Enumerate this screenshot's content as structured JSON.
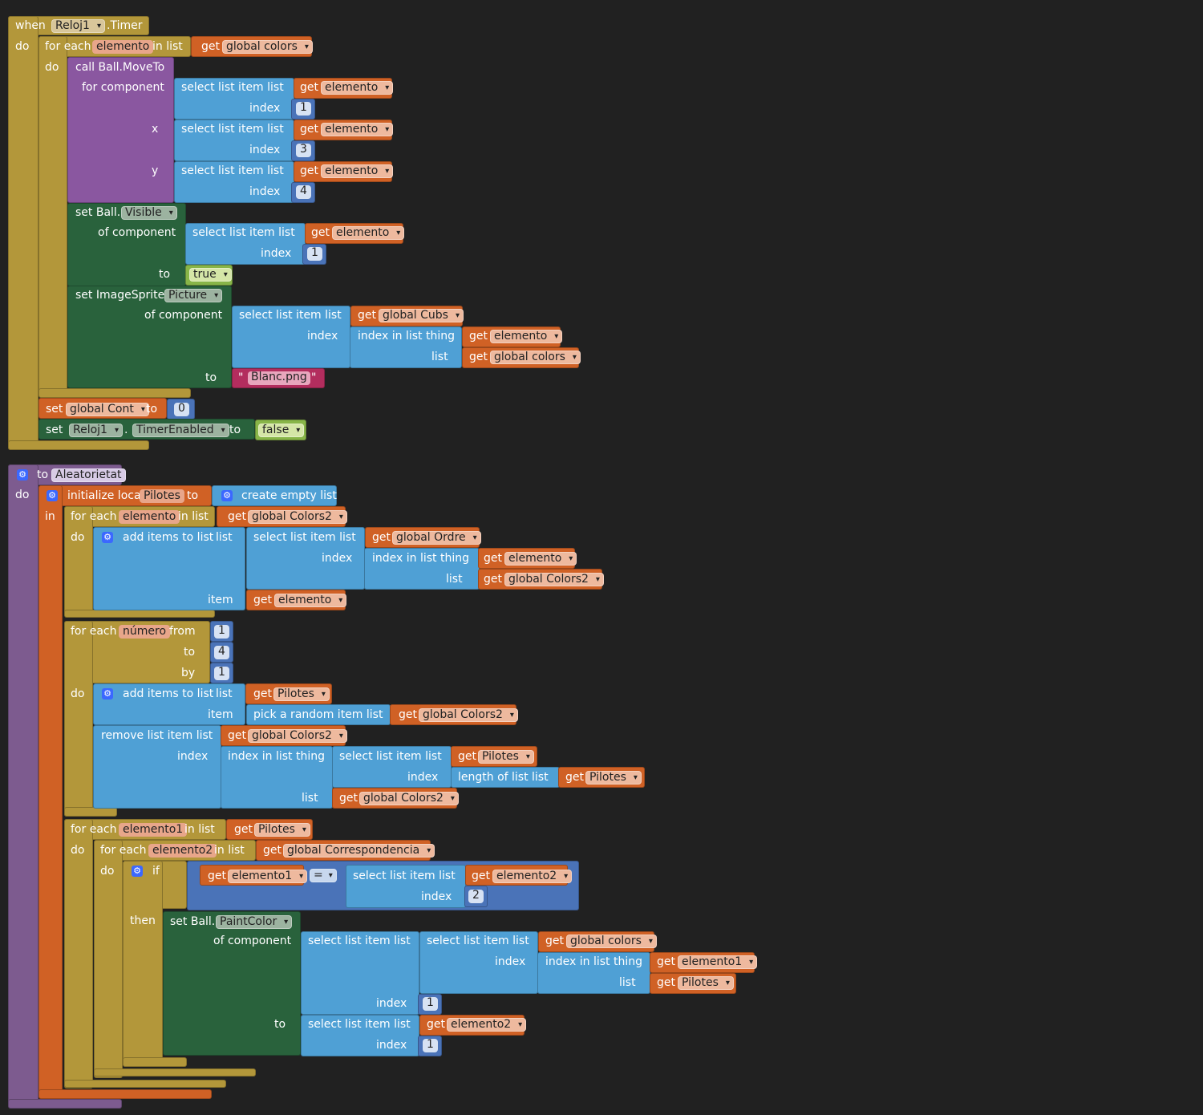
{
  "timer_event": {
    "when": "when",
    "component": "Reloj1",
    "event": ".Timer",
    "do": "do",
    "foreach": {
      "label": "for each",
      "var": "elemento",
      "in_list": "in list",
      "do": "do",
      "list_get": "get",
      "list_var": "global colors"
    },
    "moveto": {
      "label": "call Ball.MoveTo",
      "for_component": "for component",
      "x": "x",
      "y": "y",
      "rows": [
        {
          "select": "select list item  list",
          "get": "get",
          "var": "elemento",
          "index_label": "index",
          "index": "1"
        },
        {
          "select": "select list item  list",
          "get": "get",
          "var": "elemento",
          "index_label": "index",
          "index": "3"
        },
        {
          "select": "select list item  list",
          "get": "get",
          "var": "elemento",
          "index_label": "index",
          "index": "4"
        }
      ]
    },
    "set_visible": {
      "set": "set Ball.",
      "prop": "Visible",
      "of_component": "of component",
      "select": "select list item  list",
      "get": "get",
      "var": "elemento",
      "index_label": "index",
      "index": "1",
      "to": "to",
      "value": "true"
    },
    "set_picture": {
      "set": "set ImageSprite.",
      "prop": "Picture",
      "of_component": "of component",
      "select": "select list item  list",
      "get": "get",
      "list_var": "global Cubs",
      "index_label": "index",
      "index_in_list": "index in list  thing",
      "thing_get": "get",
      "thing_var": "elemento",
      "list_label": "list",
      "list2_get": "get",
      "list2_var": "global colors",
      "to": "to",
      "quote_open": "\"",
      "string": "Blanc.png",
      "quote_close": "\""
    },
    "set_cont": {
      "set": "set",
      "var": "global Cont",
      "to": "to",
      "value": "0"
    },
    "set_timer": {
      "set": "set",
      "component": "Reloj1",
      "dot": ".",
      "prop": "TimerEnabled",
      "to": "to",
      "value": "false"
    }
  },
  "procedure": {
    "to": "to",
    "name": "Aleatorietat",
    "do": "do",
    "init_local": {
      "label": "initialize local",
      "var": "Pilotes",
      "to": "to",
      "in": "in",
      "create": "create empty list"
    },
    "foreach1": {
      "label": "for each",
      "var": "elemento",
      "in_list": "in list",
      "get": "get",
      "list_var": "global Colors2",
      "do": "do",
      "add": "add items to list",
      "list_label": "list",
      "select": "select list item  list",
      "sel_get": "get",
      "sel_var": "global Ordre",
      "index_label": "index",
      "index_in_list": "index in list  thing",
      "thing_get": "get",
      "thing_var": "elemento",
      "list2_label": "list",
      "list2_get": "get",
      "list2_var": "global Colors2",
      "item_label": "item",
      "item_get": "get",
      "item_var": "elemento"
    },
    "fornum": {
      "label": "for each",
      "var": "número",
      "from": "from",
      "from_val": "1",
      "to": "to",
      "to_val": "4",
      "by": "by",
      "by_val": "1",
      "do": "do",
      "add": "add items to list",
      "list_label": "list",
      "add_get": "get",
      "add_var": "Pilotes",
      "item_label": "item",
      "pick": "pick a random item  list",
      "pick_get": "get",
      "pick_var": "global Colors2",
      "remove": "remove list item  list",
      "rem_get": "get",
      "rem_var": "global Colors2",
      "index_label": "index",
      "index_in_list": "index in list  thing",
      "select": "select list item  list",
      "sel_get": "get",
      "sel_var": "Pilotes",
      "sel_index": "index",
      "length": "length of list  list",
      "len_get": "get",
      "len_var": "Pilotes",
      "list2_label": "list",
      "list2_get": "get",
      "list2_var": "global Colors2"
    },
    "foreach2": {
      "label": "for each",
      "var": "elemento1",
      "in_list": "in list",
      "get": "get",
      "list_var": "Pilotes",
      "do": "do",
      "inner": {
        "label": "for each",
        "var": "elemento2",
        "in_list": "in list",
        "get": "get",
        "list_var": "global Correspondencia",
        "do": "do",
        "if": "if",
        "lhs_get": "get",
        "lhs_var": "elemento1",
        "op": "=",
        "rhs_select": "select list item  list",
        "rhs_get": "get",
        "rhs_var": "elemento2",
        "rhs_index_label": "index",
        "rhs_index": "2",
        "then": "then",
        "paint": {
          "set": "set Ball.",
          "prop": "PaintColor",
          "of_component": "of component",
          "select_outer": "select list item  list",
          "select_inner": "select list item  list",
          "inner_get": "get",
          "inner_var": "global colors",
          "inner_index": "index",
          "index_in_list": "index in list  thing",
          "thing_get": "get",
          "thing_var": "elemento1",
          "list_label": "list",
          "list_get": "get",
          "list_var": "Pilotes",
          "outer_index": "index",
          "outer_index_val": "1",
          "to": "to",
          "to_select": "select list item  list",
          "to_get": "get",
          "to_var": "elemento2",
          "to_index": "index",
          "to_index_val": "1"
        }
      }
    }
  }
}
